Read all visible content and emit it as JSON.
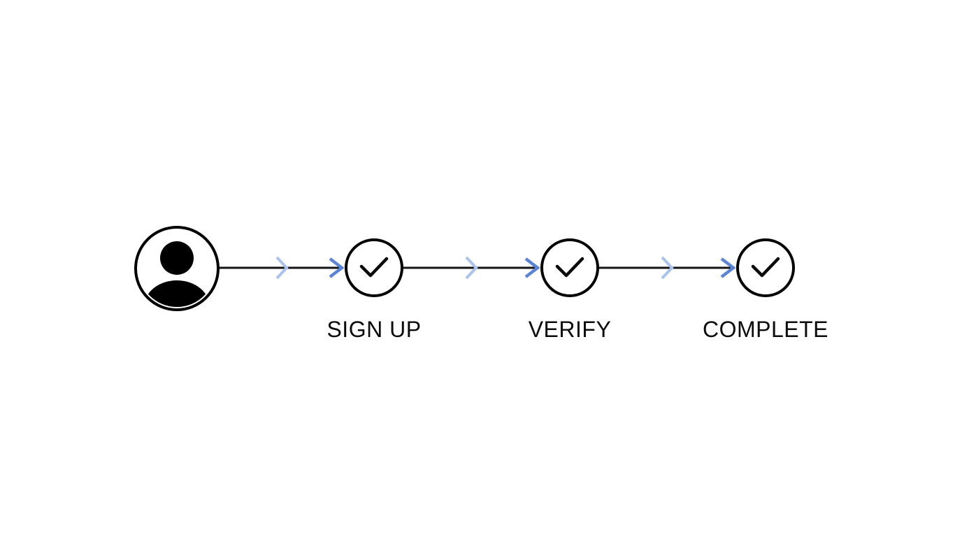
{
  "flow": {
    "start": {
      "icon": "user-avatar-icon"
    },
    "steps": [
      {
        "label": "SIGN UP",
        "icon": "checkmark-icon"
      },
      {
        "label": "VERIFY",
        "icon": "checkmark-icon"
      },
      {
        "label": "COMPLETE",
        "icon": "checkmark-icon"
      }
    ],
    "colors": {
      "background": "#ffffff",
      "node_outline": "#000000",
      "icon_fill": "#000000",
      "connector_line": "#141414",
      "mid_chevron": "#a9c3ec",
      "arrowhead": "#5b84d6",
      "label_text": "#0b0b0b"
    }
  }
}
